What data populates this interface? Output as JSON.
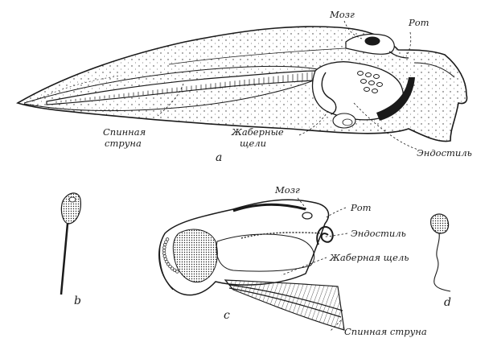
{
  "figure_a": {
    "letter": "a",
    "labels": {
      "brain": "Мозг",
      "mouth": "Рот",
      "notochord_line1": "Спинная",
      "notochord_line2": "струна",
      "gills_line1": "Жаберные",
      "gills_line2": "щели",
      "endostyle": "Эндостиль"
    }
  },
  "figure_b": {
    "letter": "b"
  },
  "figure_c": {
    "letter": "c",
    "labels": {
      "brain": "Мозг",
      "mouth": "Рот",
      "endostyle": "Эндостиль",
      "gill_slit": "Жаберная щель",
      "notochord": "Спинная струна"
    }
  },
  "figure_d": {
    "letter": "d"
  },
  "ink_color": "#1a1a1a"
}
